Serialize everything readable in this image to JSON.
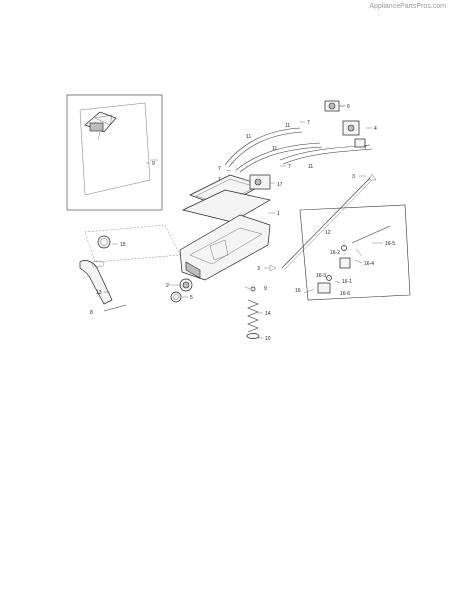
{
  "watermark": "AppliancePartsPros.com",
  "callouts": [
    "1",
    "2",
    "3",
    "3",
    "4",
    "5",
    "6",
    "7",
    "7",
    "7",
    "7",
    "7",
    "8",
    "9",
    "9",
    "10",
    "11",
    "11",
    "11",
    "11",
    "12",
    "13",
    "14",
    "15",
    "16",
    "16-1",
    "16-2",
    "16-3",
    "16-4",
    "16-5",
    "16-6",
    "17"
  ]
}
